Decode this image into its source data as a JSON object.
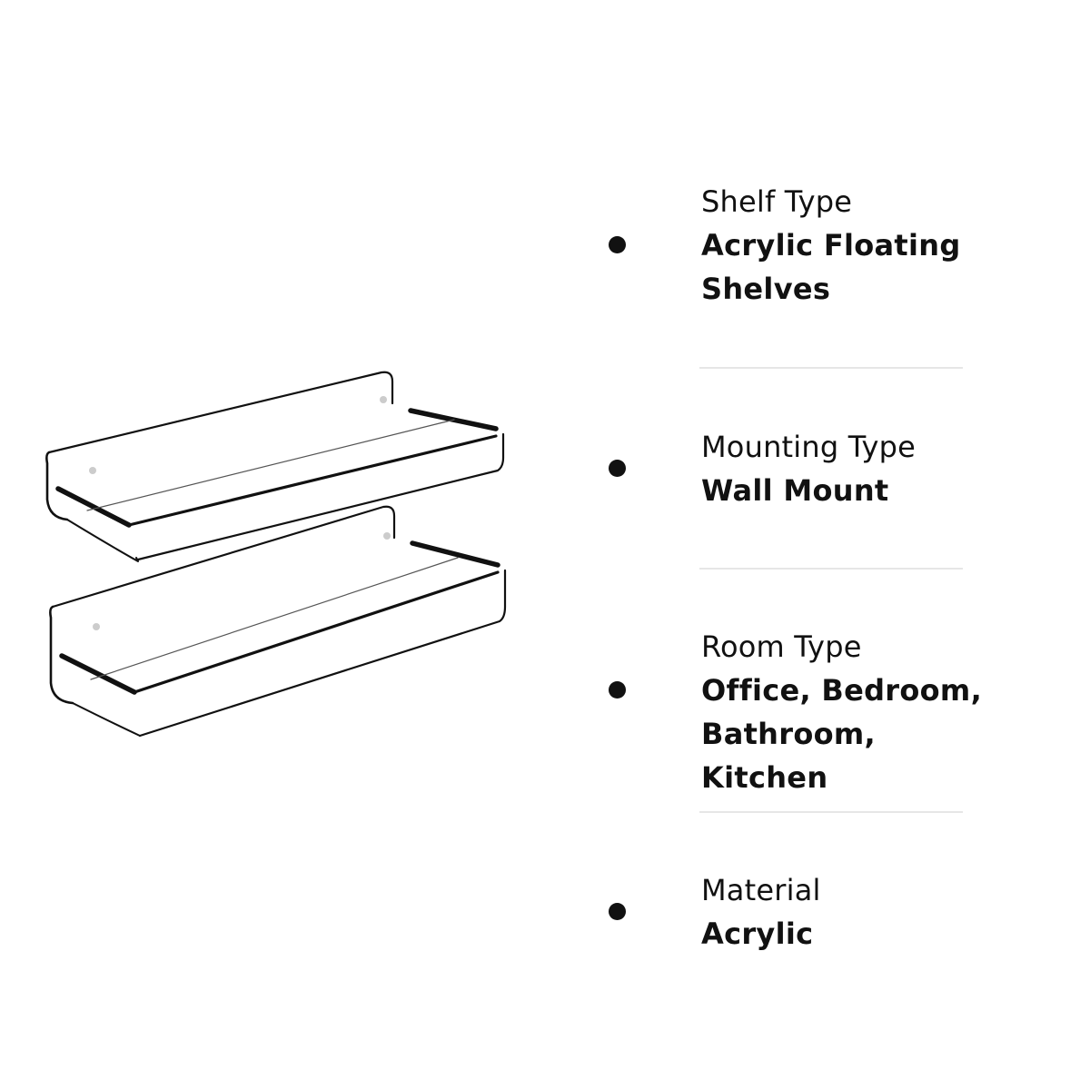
{
  "product": {
    "image_name": "two clear acrylic floating wall shelves"
  },
  "attributes": [
    {
      "label": "Shelf Type",
      "value": "Acrylic Floating Shelves"
    },
    {
      "label": "Mounting Type",
      "value": "Wall Mount"
    },
    {
      "label": "Room Type",
      "value": "Office, Bedroom, Bathroom, Kitchen"
    },
    {
      "label": "Material",
      "value": "Acrylic"
    }
  ]
}
